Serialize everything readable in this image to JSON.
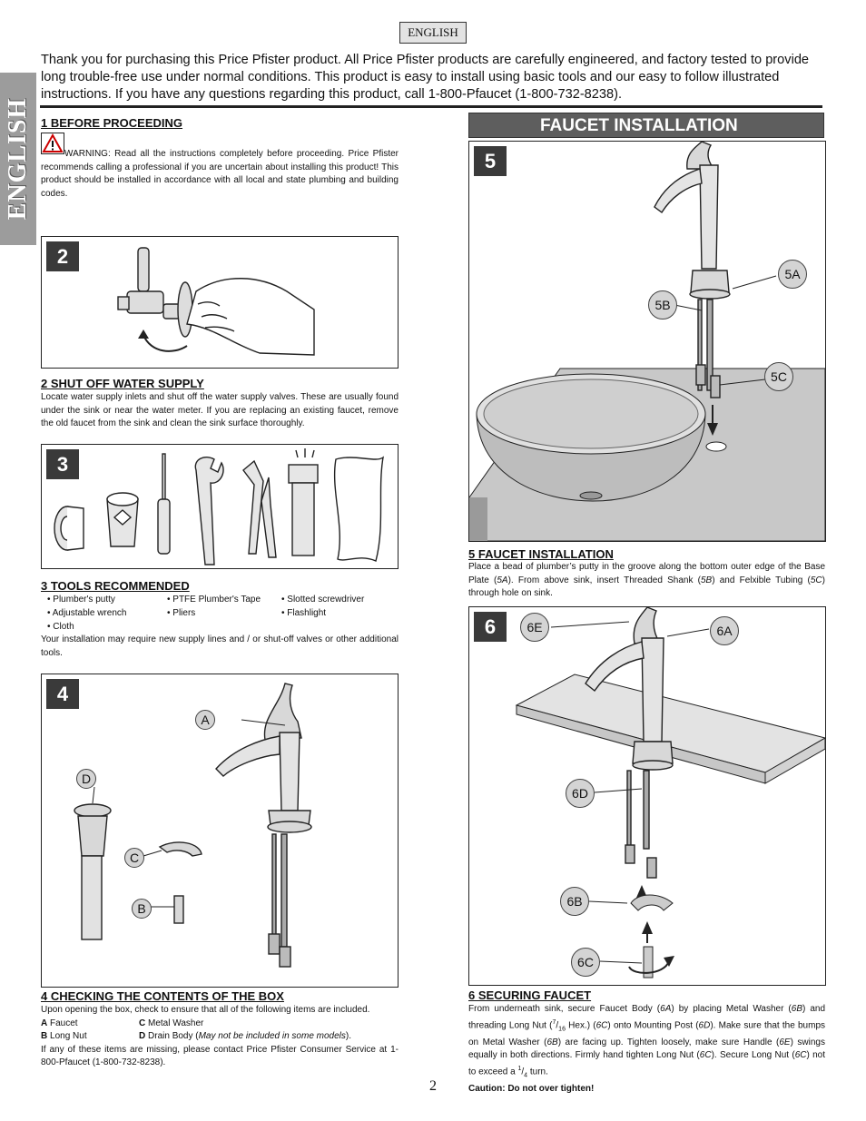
{
  "header": {
    "language_tag": "ENGLISH",
    "side_tab": "ENGLISH"
  },
  "intro": "Thank you for purchasing this Price Pfister product.  All Price Pfister products are carefully engineered, and factory tested to provide long trouble-free use under normal conditions.  This product is easy to install using basic tools and our easy to follow illustrated instructions.  If you have any questions regarding this product, call 1-800-Pfaucet (1-800-732-8238).",
  "section1": {
    "title": "1   BEFORE PROCEEDING",
    "warning": "WARNING: Read all the instructions completely before proceeding. Price Pfister recommends calling a professional if you are uncertain about installing this product! This product should be installed in accordance with all local and state plumbing and building codes."
  },
  "figures": {
    "fig2": "2",
    "fig3": "3",
    "fig4": "4",
    "fig5": "5",
    "fig6": "6"
  },
  "section2": {
    "title": "2   SHUT OFF WATER SUPPLY",
    "body": "Locate water supply inlets and shut off the water supply valves.  These are usually found under the sink or near the water meter.  If you are replacing an existing faucet, remove the old faucet from the sink and clean the sink surface thoroughly."
  },
  "section3": {
    "title": "3   TOOLS RECOMMENDED",
    "col1": [
      "• Plumber's putty",
      "• Adjustable wrench",
      "• Cloth"
    ],
    "col2": [
      "• PTFE Plumber's Tape",
      "• Pliers"
    ],
    "col3": [
      "• Slotted screwdriver",
      "• Flashlight"
    ],
    "note": "Your installation may require new supply lines and / or shut-off valves or other additional tools."
  },
  "fig4_callouts": {
    "a": "A",
    "b": "B",
    "c": "C",
    "d": "D"
  },
  "section4": {
    "title": "4   CHECKING THE CONTENTS OF THE BOX",
    "intro": "Upon opening the box, check to ensure that all of the following items are included.",
    "a_key": "A",
    "a_val": "Faucet",
    "c_key": "C",
    "c_val": "Metal Washer",
    "b_key": "B",
    "b_val": "Long Nut",
    "d_key": "D",
    "d_val": "Drain Body (",
    "d_note": "May not be included in some models",
    "d_end": ").",
    "footer": "If any of these items are missing, please contact Price Pfister Consumer Service at 1-800-Pfaucet (1-800-732-8238)."
  },
  "banner": "FAUCET INSTALLATION",
  "fig5_callouts": {
    "a": "5A",
    "b": "5B",
    "c": "5C"
  },
  "section5": {
    "title": "5  FAUCET INSTALLATION",
    "p1": "Place a bead of plumber’s putty in the groove along the bottom outer edge of the Base Plate (",
    "r1": "5A",
    "p2": "). From above sink, insert Threaded Shank (",
    "r2": "5B",
    "p3": ") and Felxible Tubing (",
    "r3": "5C",
    "p4": ") through hole on sink."
  },
  "fig6_callouts": {
    "e": "6E",
    "a": "6A",
    "d": "6D",
    "b": "6B",
    "c": "6C"
  },
  "section6": {
    "title": "6   SECURING FAUCET",
    "s1": "From underneath sink, secure Faucet Body (",
    "r1": "6A",
    "s2": ") by placing Metal Washer (",
    "r2": "6B",
    "s3": ") and threading Long Nut (",
    "frac_num": "7",
    "frac_sep": "/",
    "frac_den": "16",
    "s4": " Hex.) (",
    "r3": "6C",
    "s5": ") onto Mounting Post (",
    "r4": "6D",
    "s6": "). Make sure that the bumps on Metal Washer (",
    "r5": "6B",
    "s7": ") are facing up. Tighten loosely, make sure Handle (",
    "r6": "6E",
    "s8": ") swings equally in both directions. Firmly hand tighten Long Nut (",
    "r7": "6C",
    "s9": "). Secure Long Nut (",
    "r8": "6C",
    "s10": ") not to exceed a ",
    "q_num": "1",
    "q_sep": "/",
    "q_den": "4",
    "s11": " turn.",
    "caution": "Caution: Do not over tighten!"
  },
  "page_number": "2"
}
